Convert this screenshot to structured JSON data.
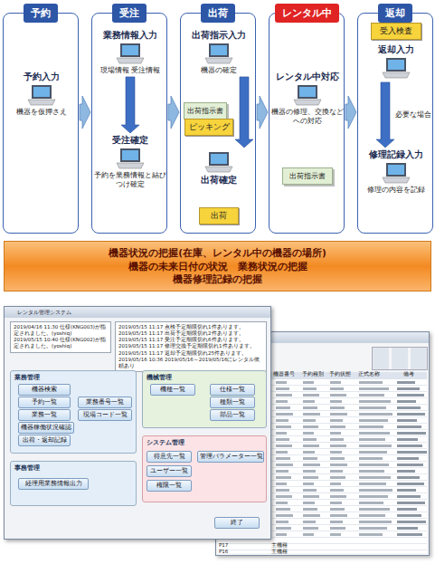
{
  "diagram": {
    "nodes": [
      {
        "text": [
          "予約"
        ]
      },
      {
        "text": [
          "予約入力",
          "機器を仮押さえ"
        ],
        "in": 0
      },
      {
        "text": [
          "受注"
        ]
      },
      {
        "text": [
          "業務情報入力",
          "現場情報 受注情報"
        ],
        "in": 2
      },
      {
        "text": [
          "受注確定",
          "予約を業務情報と結びつけ確定"
        ],
        "in": 2
      },
      {
        "text": [
          "出荷"
        ]
      },
      {
        "text": [
          "出荷指示入力",
          "機器の確定"
        ],
        "in": 5
      },
      {
        "text": [
          "出荷指示書"
        ],
        "in": 5
      },
      {
        "text": [
          "ピッキング"
        ],
        "in": 5
      },
      {
        "text": [
          "出荷確定"
        ],
        "in": 5
      },
      {
        "text": [
          "出荷"
        ],
        "in": 5
      },
      {
        "text": [
          "レンタル中"
        ]
      },
      {
        "text": [
          "レンタル中対応",
          "機器の修理、交換などへの対応"
        ],
        "in": 11
      },
      {
        "text": [
          "出荷指示書"
        ],
        "in": 11
      },
      {
        "text": [
          "返却"
        ]
      },
      {
        "text": [
          "受入検査"
        ],
        "in": 14
      },
      {
        "text": [
          "返却入力"
        ],
        "in": 14
      },
      {
        "text": [
          "修理記録入力",
          "修理の内容を記録"
        ],
        "in": 14
      },
      {
        "text": [
          "機器状況の把握(在庫、レンタル中の機器の場所)",
          "機器の未来日付の状況　業務状況の把握",
          "機器修理記録の把握"
        ]
      },
      {
        "text": [
          "レンタル管理システム"
        ]
      },
      {
        "text": [
          "2019/04/16 11:30 仕様(KNG003)が指定されました。(yoshiq)",
          "2019/05/15 10:40 仕様(KNG002)が指定されました。(yoshiq)"
        ],
        "in": 19
      },
      {
        "text": [
          "2019/05/15 11:17 点検予定期限切れ1件あります。",
          "2019/05/15 11:17 出荷予定期限切れ2件あります。",
          "2019/05/15 11:17 受注予定期限切れ6件あります。",
          "2019/05/15 11:17 修理交換予定期限切れ1件あります。",
          "2019/05/15 11:17 返却予定期限切れ25件あります。",
          "2019/05/16 10:36 2019/05/16～2019/05/16にレンタル依頼あり"
        ],
        "in": 19
      },
      {
        "text": [
          "業務管理"
        ],
        "in": 19
      },
      {
        "text": [
          "機器検索"
        ],
        "in": 22
      },
      {
        "text": [
          "予約一覧"
        ],
        "in": 22
      },
      {
        "text": [
          "業務番号一覧"
        ],
        "in": 22
      },
      {
        "text": [
          "業務一覧"
        ],
        "in": 22
      },
      {
        "text": [
          "現場コード一覧"
        ],
        "in": 22
      },
      {
        "text": [
          "機器稼働状況確認"
        ],
        "in": 22
      },
      {
        "text": [
          "出荷・返却記録"
        ],
        "in": 22
      },
      {
        "text": [
          "機械管理"
        ],
        "in": 19
      },
      {
        "text": [
          "機種一覧"
        ],
        "in": 30
      },
      {
        "text": [
          "仕様一覧"
        ],
        "in": 30
      },
      {
        "text": [
          "種類一覧"
        ],
        "in": 30
      },
      {
        "text": [
          "部品一覧"
        ],
        "in": 30
      },
      {
        "text": [
          "事務管理"
        ],
        "in": 19
      },
      {
        "text": [
          "経理用業務情報出力"
        ],
        "in": 35
      },
      {
        "text": [
          "システム管理"
        ],
        "in": 19
      },
      {
        "text": [
          "得意先一覧"
        ],
        "in": 37
      },
      {
        "text": [
          "管理パラメーター一覧"
        ],
        "in": 37
      },
      {
        "text": [
          "ユーザー一覧"
        ],
        "in": 37
      },
      {
        "text": [
          "権限一覧"
        ],
        "in": 37
      },
      {
        "text": [
          "終了"
        ],
        "in": 19
      }
    ],
    "edges": [
      {
        "from": 0,
        "to": 2,
        "arrow": "to"
      },
      {
        "from": 2,
        "to": 5,
        "arrow": "to"
      },
      {
        "from": 5,
        "to": 11,
        "arrow": "to"
      },
      {
        "from": 11,
        "to": 14,
        "arrow": "to"
      },
      {
        "from": 3,
        "to": 4,
        "arrow": "to"
      },
      {
        "from": 6,
        "to": 9,
        "arrow": "to"
      },
      {
        "from": 16,
        "to": 17,
        "label": "必要な場合",
        "arrow": "to"
      }
    ],
    "labels": [
      "機器番号",
      "予約種別",
      "予約状態",
      "正式名称",
      "備考",
      "P17",
      "主機種",
      "P16",
      "主機種"
    ]
  }
}
